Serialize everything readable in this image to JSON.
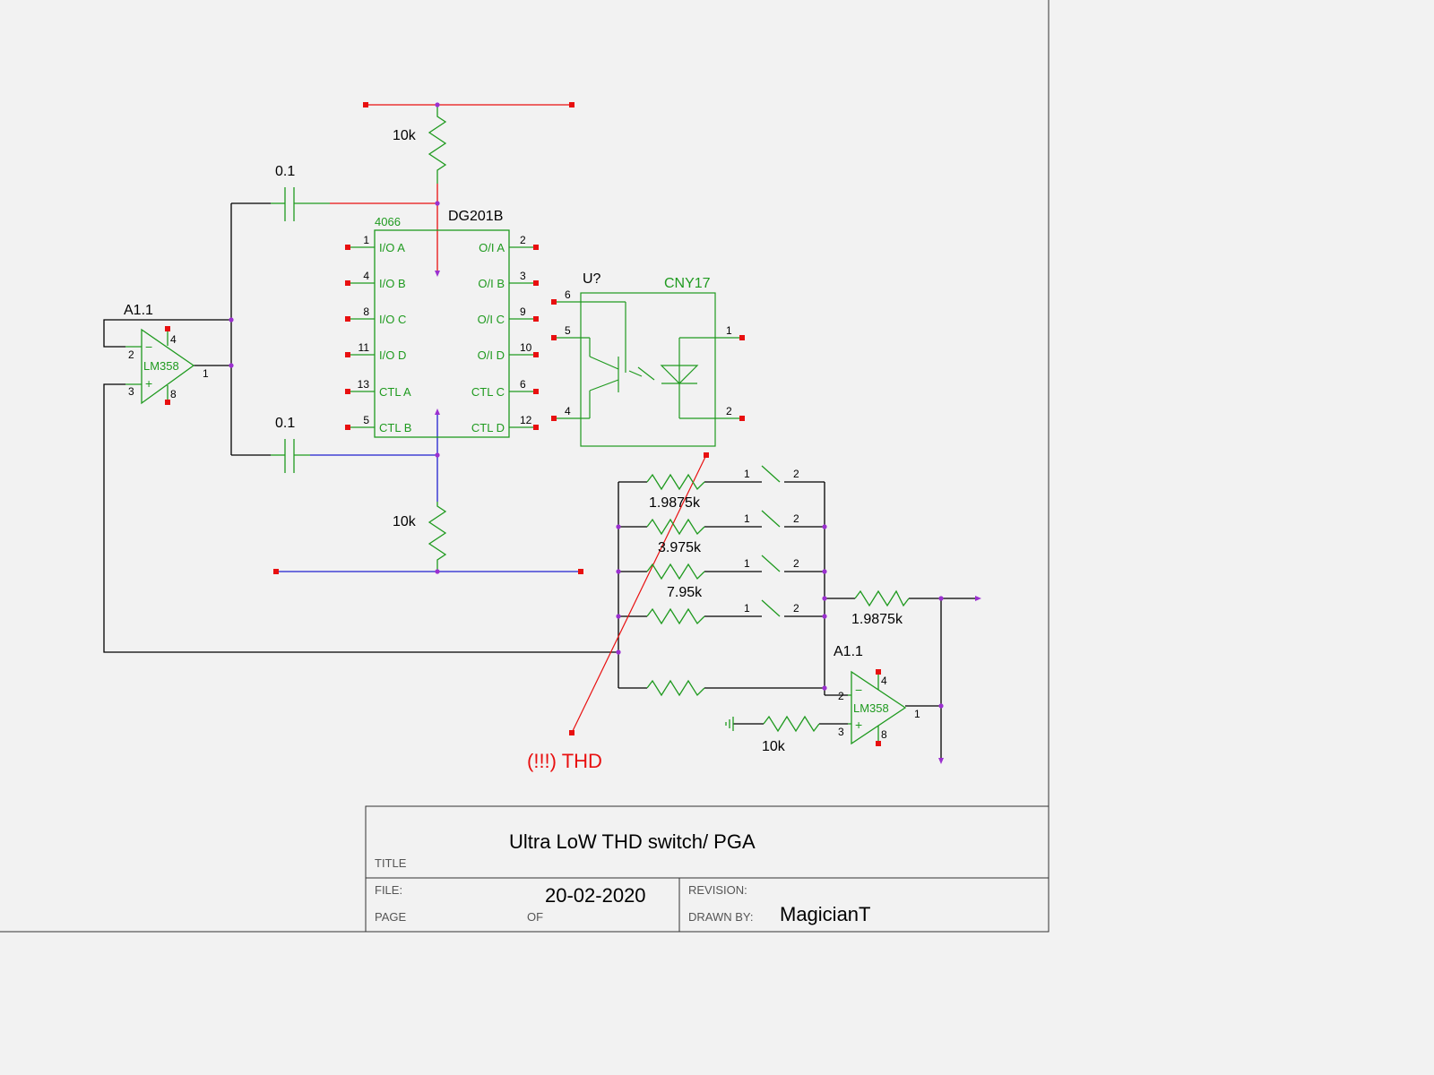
{
  "colors": {
    "background": "#f2f2f2",
    "wire": "#000000",
    "component": "#1f9a1f",
    "pin_end": "#e81010",
    "junction": "#9b30d0",
    "wire_red": "#e81010",
    "wire_blue": "#2020d0",
    "error": "#e81010"
  },
  "labels": {
    "r_top": "10k",
    "c_top": "0.1",
    "c_bottom": "0.1",
    "r_mid": "10k",
    "opamp1_ref": "A1.1",
    "opamp1_part": "LM358",
    "opamp2_ref": "A1.1",
    "opamp2_part": "LM358",
    "r_gnd": "10k",
    "r_fb": "1.9875k",
    "r_ladder_1": "1.9875k",
    "r_ladder_2": "3.975k",
    "r_ladder_3": "7.95k",
    "error_marker": "(!!!) THD"
  },
  "opamp_pins": {
    "u1": {
      "inv": "2",
      "noninv": "3",
      "out": "1",
      "vpos": "4",
      "vneg": "8",
      "minus": "−",
      "plus": "+"
    },
    "u2": {
      "inv": "2",
      "noninv": "3",
      "out": "1",
      "vpos": "4",
      "vneg": "8",
      "minus": "−",
      "plus": "+"
    }
  },
  "ic_4066": {
    "ref": "4066",
    "part": "DG201B",
    "left": [
      {
        "num": "1",
        "name": "I/O A"
      },
      {
        "num": "4",
        "name": "I/O B"
      },
      {
        "num": "8",
        "name": "I/O C"
      },
      {
        "num": "11",
        "name": "I/O D"
      },
      {
        "num": "13",
        "name": "CTL A"
      },
      {
        "num": "5",
        "name": "CTL B"
      }
    ],
    "right": [
      {
        "num": "2",
        "name": "O/I A"
      },
      {
        "num": "3",
        "name": "O/I B"
      },
      {
        "num": "9",
        "name": "O/I C"
      },
      {
        "num": "10",
        "name": "O/I D"
      },
      {
        "num": "6",
        "name": "CTL C"
      },
      {
        "num": "12",
        "name": "CTL D"
      }
    ]
  },
  "optocoupler": {
    "ref": "U?",
    "part": "CNY17",
    "pins": {
      "p6": "6",
      "p5": "5",
      "p4": "4",
      "p1": "1",
      "p2": "2"
    }
  },
  "switch_pins": {
    "a": "1",
    "b": "2"
  },
  "title_block": {
    "title_label": "TITLE",
    "title": "Ultra LoW THD switch/ PGA",
    "file_label": "FILE:",
    "date": "20-02-2020",
    "revision_label": "REVISION:",
    "page_label": "PAGE",
    "of_label": "OF",
    "drawn_by_label": "DRAWN BY:",
    "author": "MagicianT"
  }
}
